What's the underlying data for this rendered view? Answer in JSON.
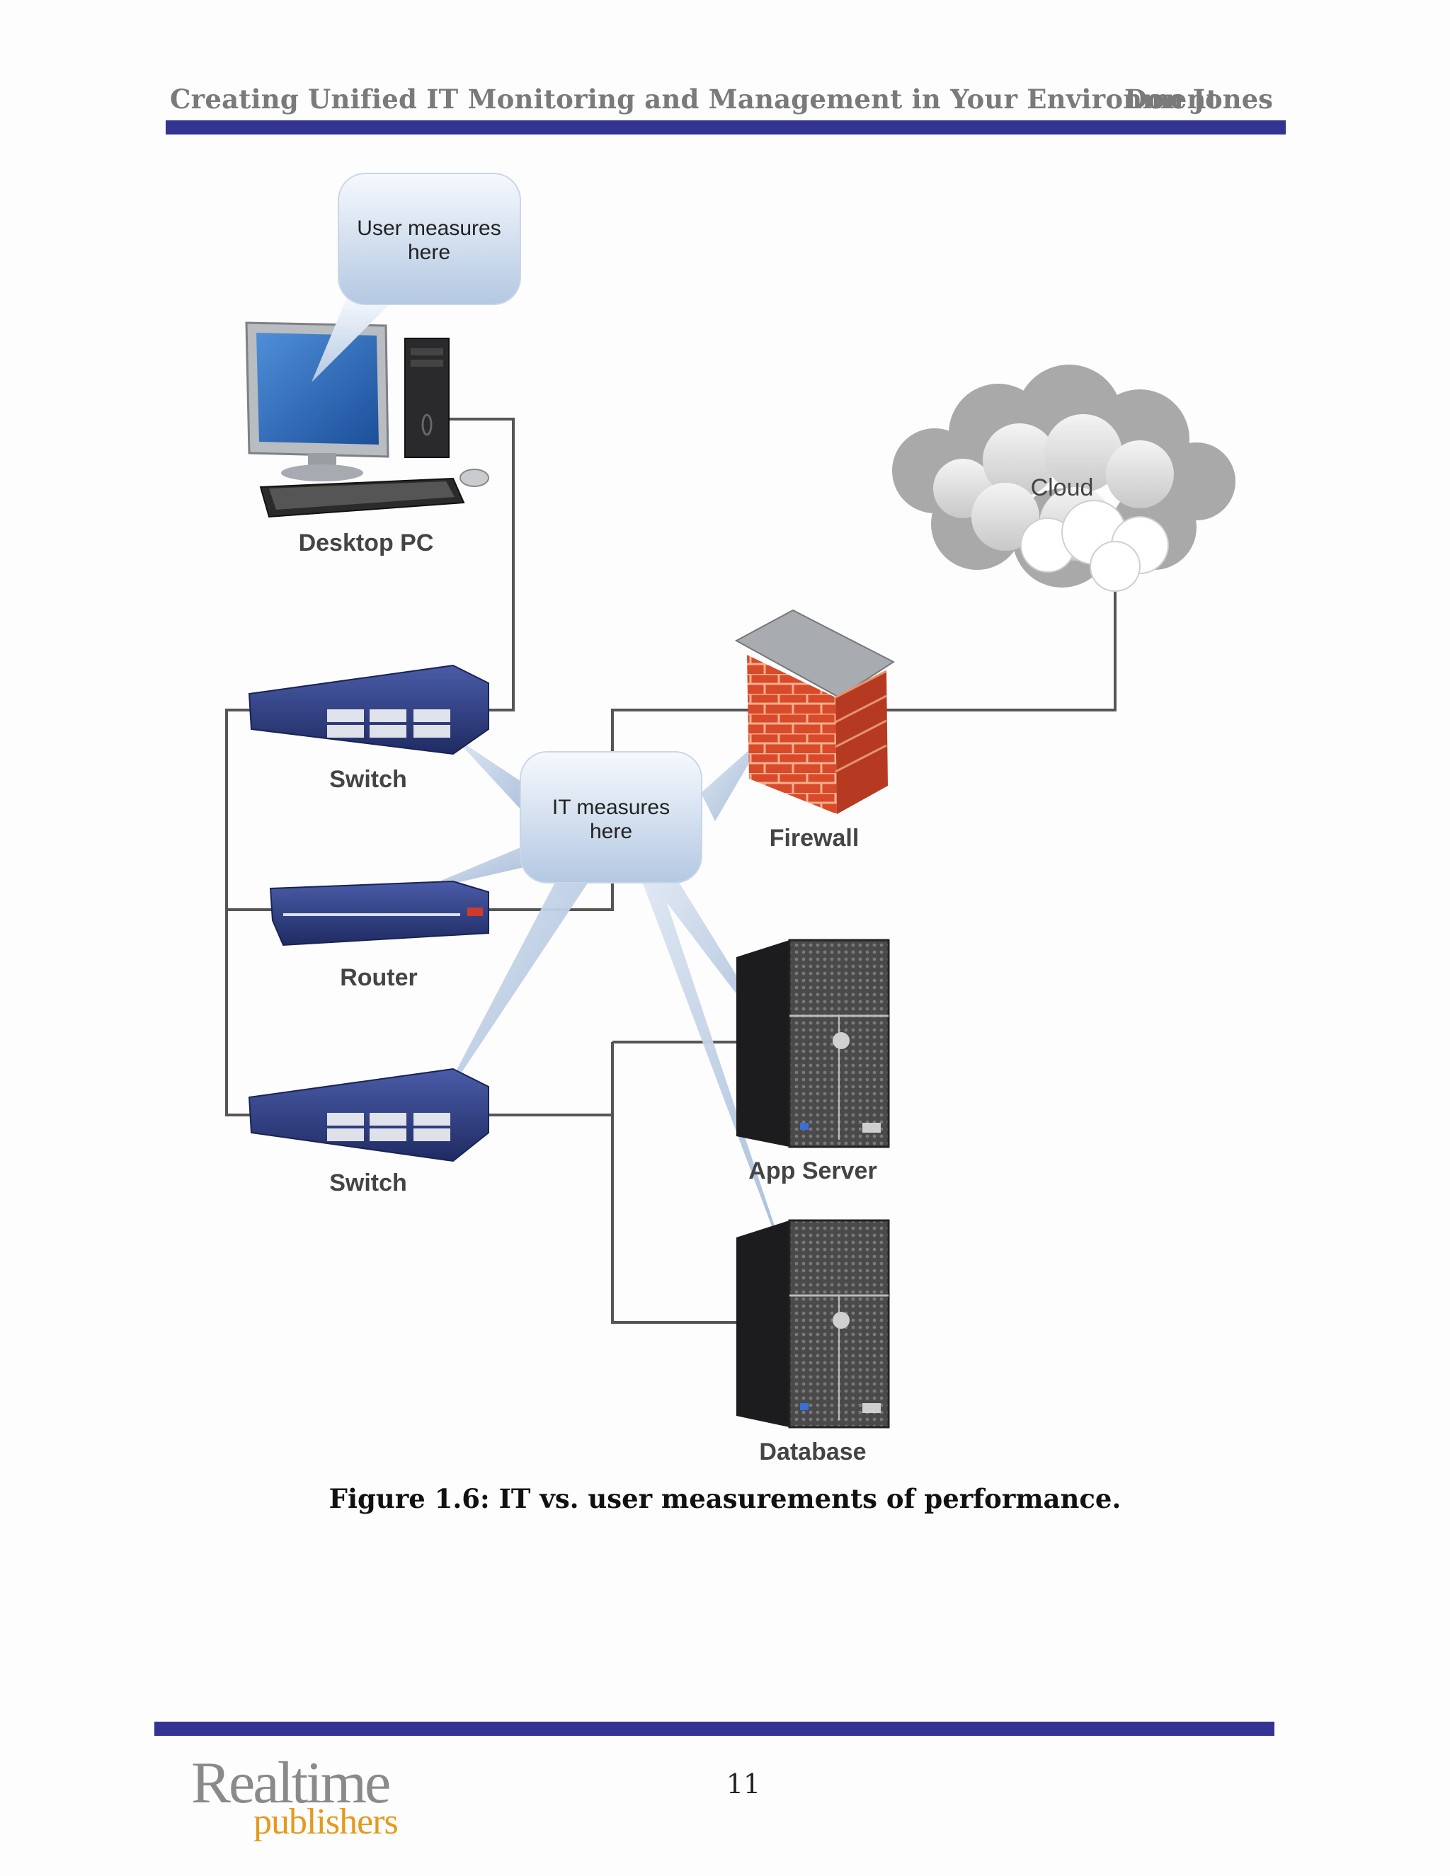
{
  "header": {
    "title": "Creating Unified IT Monitoring and Management in Your Environment",
    "author": "Don Jones"
  },
  "diagram": {
    "user_bubble": [
      "User measures",
      "here"
    ],
    "it_bubble": [
      "IT measures",
      "here"
    ],
    "nodes": {
      "desktop": "Desktop PC",
      "switch_top": "Switch",
      "router": "Router",
      "switch_bottom": "Switch",
      "firewall": "Firewall",
      "cloud": "Cloud",
      "app_server": "App Server",
      "database": "Database"
    }
  },
  "caption": "Figure 1.6: IT vs. user measurements of performance.",
  "footer": {
    "logo_line1": "Realtime",
    "logo_line2": "publishers",
    "page_number": "11"
  },
  "colors": {
    "rule": "#333391",
    "bubble_top": "#f4f8fc",
    "bubble_bottom": "#b7cbe3",
    "switch_blue": "#2c3a7a",
    "firewall_brick": "#d9492a",
    "logo_orange": "#e59a1e"
  }
}
